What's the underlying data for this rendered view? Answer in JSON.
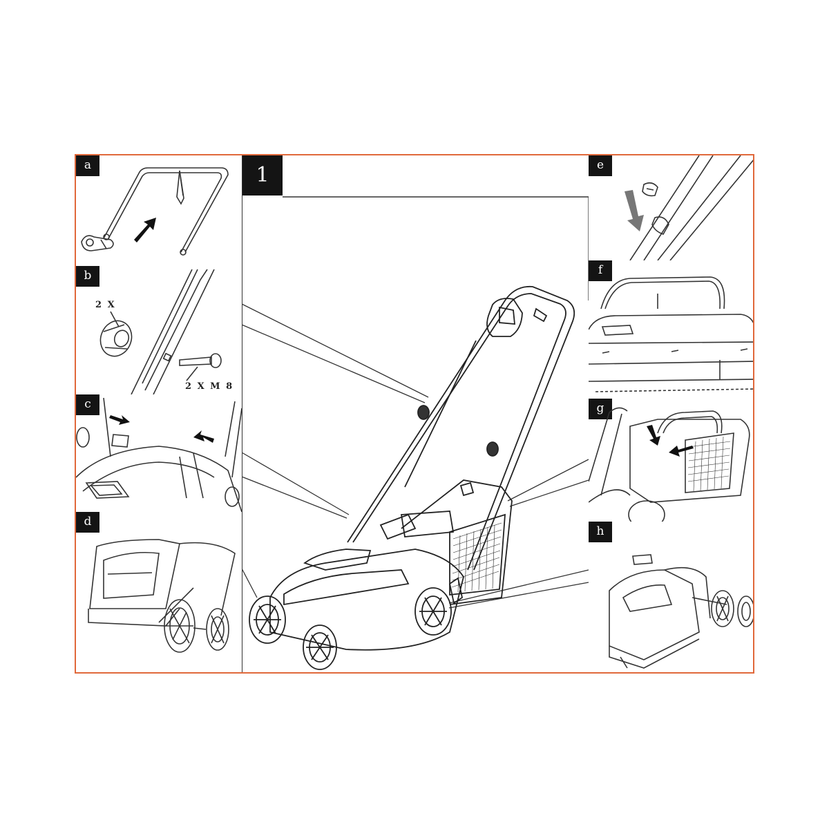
{
  "frame": {
    "border_color": "#e0683a",
    "tag_color": "#141414"
  },
  "main": {
    "step_label": "1"
  },
  "panels": {
    "a": {
      "label": "a"
    },
    "b": {
      "label": "b",
      "callout_washer": "2 X",
      "callout_bolt": "2 X M 8"
    },
    "c": {
      "label": "c"
    },
    "d": {
      "label": "d"
    },
    "e": {
      "label": "e"
    },
    "f": {
      "label": "f"
    },
    "g": {
      "label": "g"
    },
    "h": {
      "label": "h"
    }
  },
  "icons": [
    "arrow-icon",
    "washer-icon",
    "bolt-icon",
    "wheel-icon",
    "handle-icon",
    "cable-clip-icon"
  ]
}
